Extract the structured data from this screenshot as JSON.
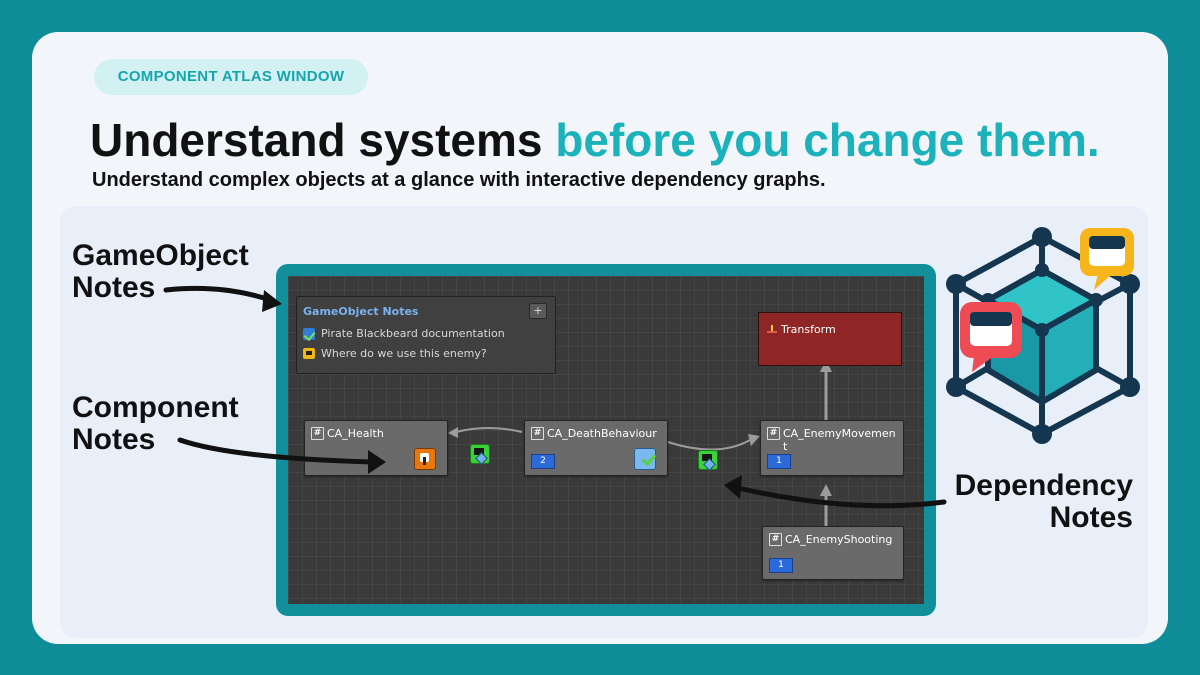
{
  "header": {
    "pill": "COMPONENT ATLAS WINDOW",
    "headline_main": "Understand systems",
    "headline_accent": "before you change them.",
    "subline": "Understand complex objects at a glance with interactive dependency graphs."
  },
  "callouts": {
    "gameobject_notes": [
      "GameObject",
      "Notes"
    ],
    "component_notes": [
      "Component",
      "Notes"
    ],
    "dependency_notes": [
      "Dependency",
      "Notes"
    ]
  },
  "notes_panel": {
    "title": "GameObject Notes",
    "add_label": "+",
    "items": [
      {
        "icon": "documentation-note-icon",
        "text": "Pirate Blackbeard documentation"
      },
      {
        "icon": "question-note-icon",
        "text": "Where do we use this enemy?"
      }
    ]
  },
  "graph": {
    "nodes": {
      "health": {
        "hash": "#",
        "title": "CA_Health"
      },
      "death": {
        "hash": "#",
        "title": "CA_DeathBehaviour",
        "badge": "2"
      },
      "movement": {
        "hash": "#",
        "title_line1": "CA_EnemyMovemen",
        "title_line2": "t",
        "badge": "1"
      },
      "shooting": {
        "hash": "#",
        "title": "CA_EnemyShooting",
        "badge": "1"
      },
      "transform": {
        "title": "Transform"
      }
    }
  },
  "colors": {
    "background": "#0e8c98",
    "accent": "#1cb2bb",
    "transform_node": "#8f2525",
    "badge_blue": "#2d6ad9"
  }
}
